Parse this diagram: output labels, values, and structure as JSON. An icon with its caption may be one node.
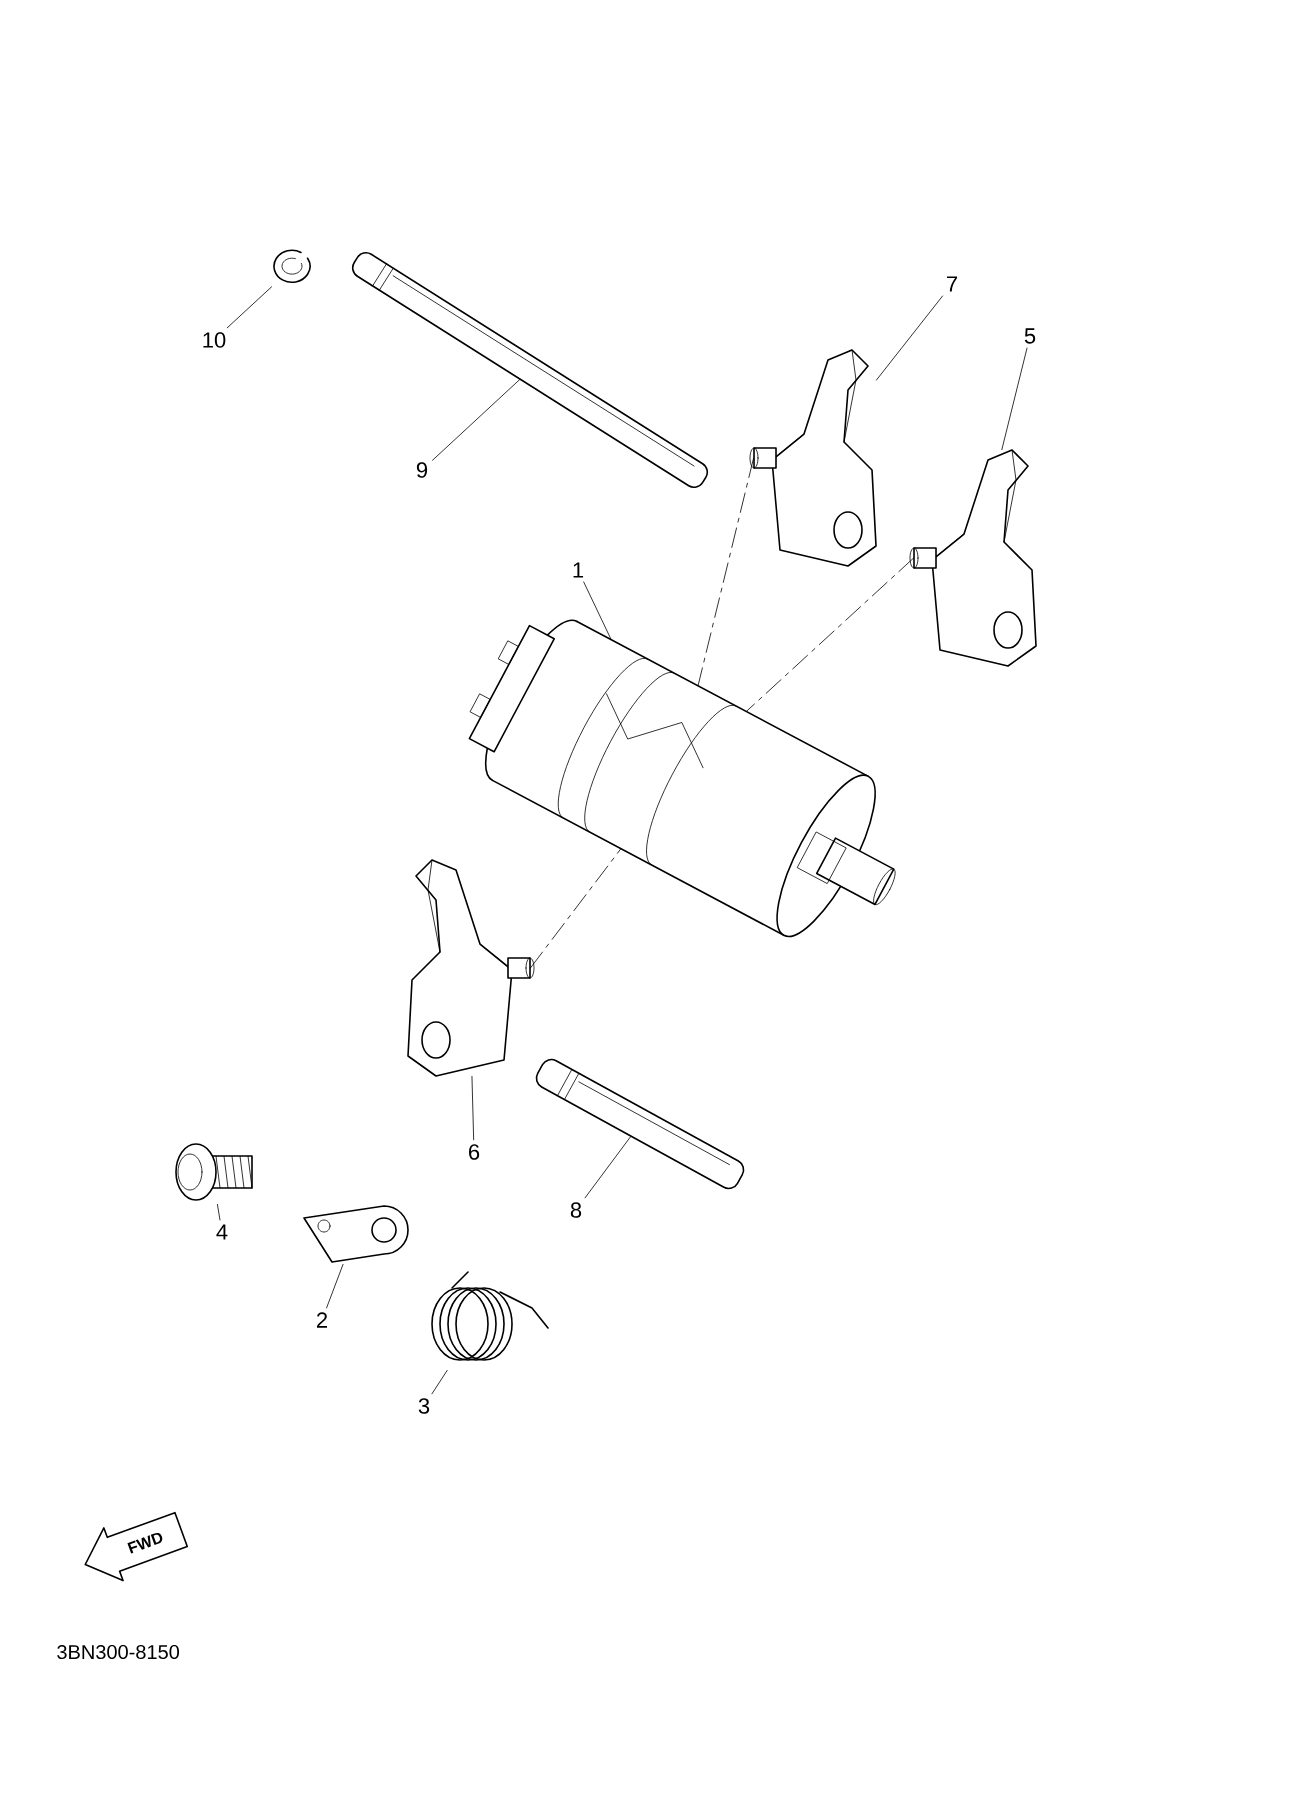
{
  "diagram": {
    "nodes": [
      {
        "text": [
          "10"
        ]
      },
      {
        "text": [],
        "shape": "picture"
      },
      {
        "text": [
          "9"
        ]
      },
      {
        "text": [],
        "shape": "picture"
      },
      {
        "text": [
          "7"
        ]
      },
      {
        "text": [],
        "shape": "picture"
      },
      {
        "text": [
          "5"
        ]
      },
      {
        "text": [],
        "shape": "picture"
      },
      {
        "text": [
          "1"
        ]
      },
      {
        "text": [],
        "shape": "picture"
      },
      {
        "text": [],
        "shape": "picture"
      },
      {
        "text": [
          "6"
        ]
      },
      {
        "text": [],
        "shape": "picture"
      },
      {
        "text": [
          "8"
        ]
      },
      {
        "text": [],
        "shape": "picture"
      },
      {
        "text": [],
        "shape": "picture"
      },
      {
        "text": [],
        "shape": "picture"
      },
      {
        "text": [
          "4"
        ]
      },
      {
        "text": [
          "2"
        ]
      },
      {
        "text": [
          "3"
        ]
      }
    ],
    "edges": [
      {
        "from": 0,
        "to": 1,
        "arrow": "none"
      },
      {
        "from": 2,
        "to": 3,
        "arrow": "none"
      },
      {
        "from": 4,
        "to": 5,
        "arrow": "none"
      },
      {
        "from": 6,
        "to": 7,
        "arrow": "none"
      },
      {
        "from": 8,
        "to": 9,
        "arrow": "none"
      },
      {
        "from": 11,
        "to": 10,
        "arrow": "none"
      },
      {
        "from": 13,
        "to": 12,
        "arrow": "none"
      },
      {
        "from": 17,
        "to": 14,
        "arrow": "none"
      },
      {
        "from": 18,
        "to": 15,
        "arrow": "none"
      },
      {
        "from": 19,
        "to": 16,
        "arrow": "none"
      },
      {
        "from": 5,
        "to": 9,
        "arrow": "none",
        "style": "dashed"
      },
      {
        "from": 7,
        "to": 9,
        "arrow": "none",
        "style": "dashed"
      },
      {
        "from": 10,
        "to": 9,
        "arrow": "none",
        "style": "dashed"
      }
    ],
    "labels": [
      "FWD",
      "3BN300-8150"
    ]
  }
}
